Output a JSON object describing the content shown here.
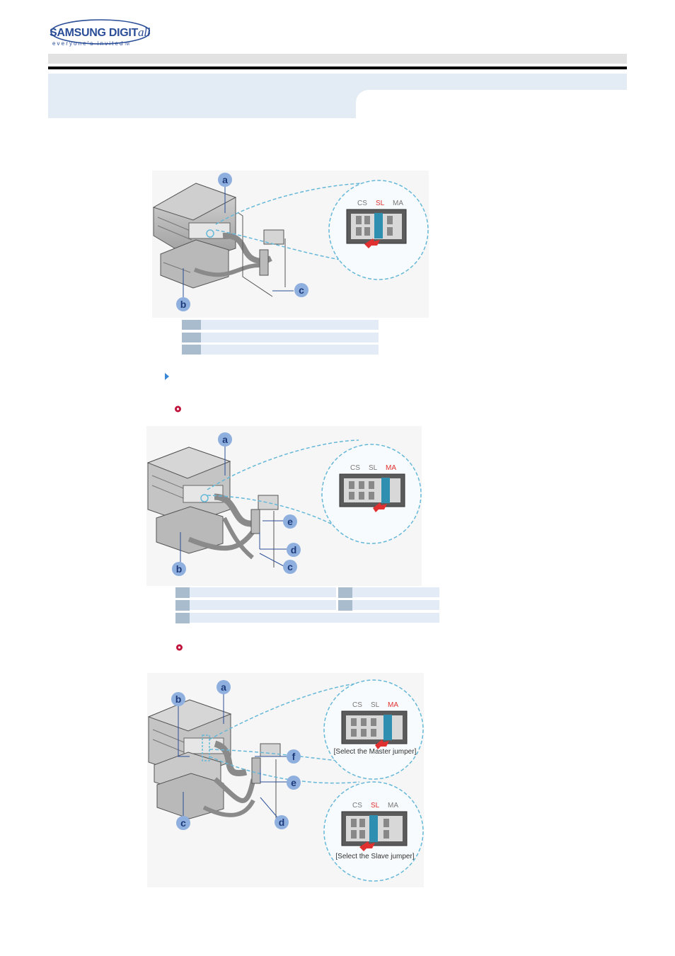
{
  "brand": {
    "name": "SAMSUNG DIGIT",
    "name_suffix": "all",
    "tagline": "everyone's invited",
    "tm": "TM"
  },
  "figure1": {
    "jumper_labels": [
      "CS",
      "SL",
      "MA"
    ],
    "active_jumper": "SL",
    "callouts": [
      "a",
      "b",
      "c"
    ]
  },
  "figure2": {
    "jumper_labels": [
      "CS",
      "SL",
      "MA"
    ],
    "active_jumper": "MA",
    "callouts": [
      "a",
      "b",
      "c",
      "d",
      "e"
    ]
  },
  "figure3": {
    "jumper_labels_top": [
      "CS",
      "SL",
      "MA"
    ],
    "active_jumper_top": "MA",
    "caption_top": "[Select the Master jumper]",
    "jumper_labels_bottom": [
      "CS",
      "SL",
      "MA"
    ],
    "active_jumper_bottom": "SL",
    "caption_bottom": "[Select the Slave jumper]",
    "callouts": [
      "a",
      "b",
      "c",
      "d",
      "e",
      "f"
    ]
  },
  "colors": {
    "brand_blue": "#2a4d97",
    "band": "#e3ecf4",
    "legend_row": "#e3ecf6",
    "legend_key": "#a9bccd",
    "callout_blue": "#8fb0df",
    "active_jumper": "#e03030",
    "note_icon": "#c0143c",
    "bullet": "#3a86d6"
  },
  "icons": {
    "bullet": "arrow-right-icon",
    "note": "warning-note-icon"
  }
}
